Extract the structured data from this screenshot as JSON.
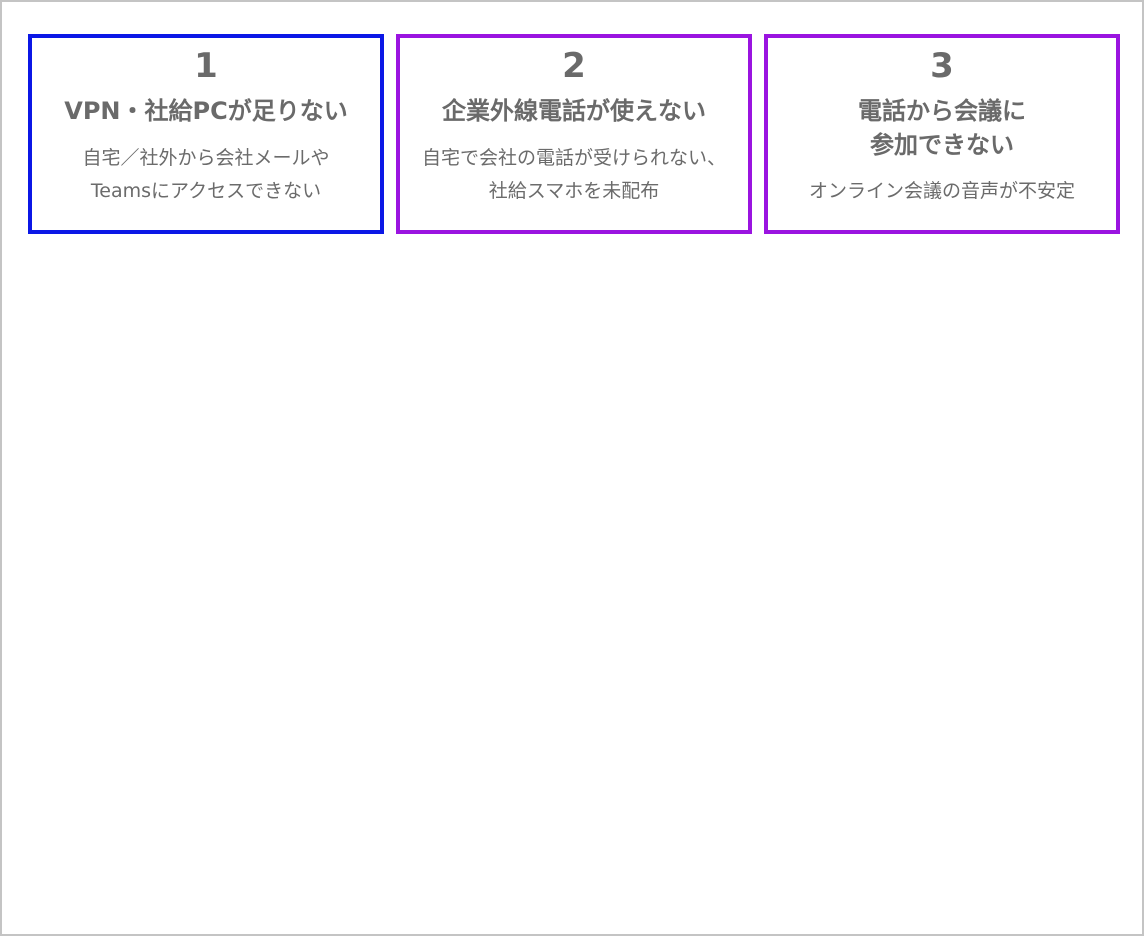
{
  "cards": [
    {
      "number": "1",
      "title_lines": [
        "VPN・社給PCが足りない"
      ],
      "subtitle_lines": [
        "自宅／社外から会社メールや",
        "Teamsにアクセスできない"
      ],
      "border_color": "#0b17e6"
    },
    {
      "number": "2",
      "title_lines": [
        "企業外線電話が使えない"
      ],
      "subtitle_lines": [
        "自宅で会社の電話が受けられない、",
        "社給スマホを未配布"
      ],
      "border_color": "#9a14e0"
    },
    {
      "number": "3",
      "title_lines": [
        "電話から会議に",
        "参加できない"
      ],
      "subtitle_lines": [
        "オンライン会議の音声が不安定"
      ],
      "border_color": "#9a14e0"
    }
  ],
  "colors": {
    "text": "#6b6b6b",
    "frame_border": "#c4c4c4",
    "background": "#ffffff"
  }
}
